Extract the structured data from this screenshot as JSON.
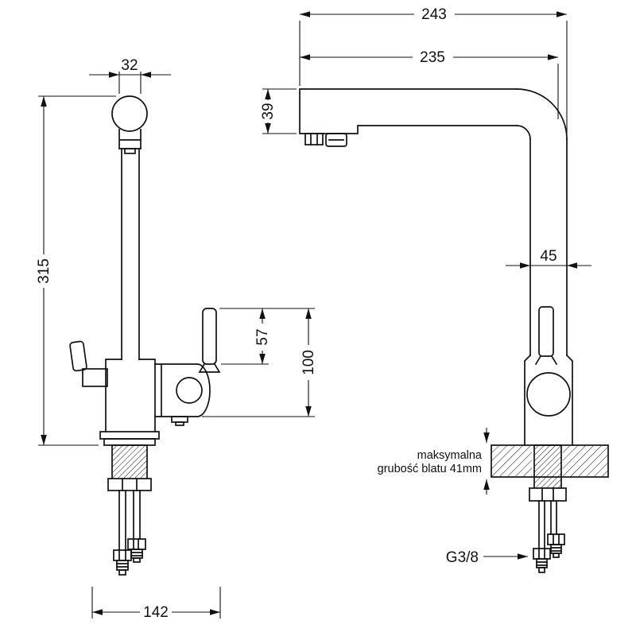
{
  "drawing": {
    "front_view": {
      "dim_spout_top_width": "32",
      "dim_total_height": "315",
      "dim_handle_height": "57",
      "dim_spout_section_height": "100",
      "dim_base_span": "142"
    },
    "side_view": {
      "dim_overall_depth": "243",
      "dim_spout_reach": "235",
      "dim_spout_head_height": "39",
      "dim_column_width": "45",
      "note_counter_line1": "maksymalna",
      "note_counter_line2": "grubość blatu 41mm",
      "label_thread_size": "G3/8"
    }
  }
}
